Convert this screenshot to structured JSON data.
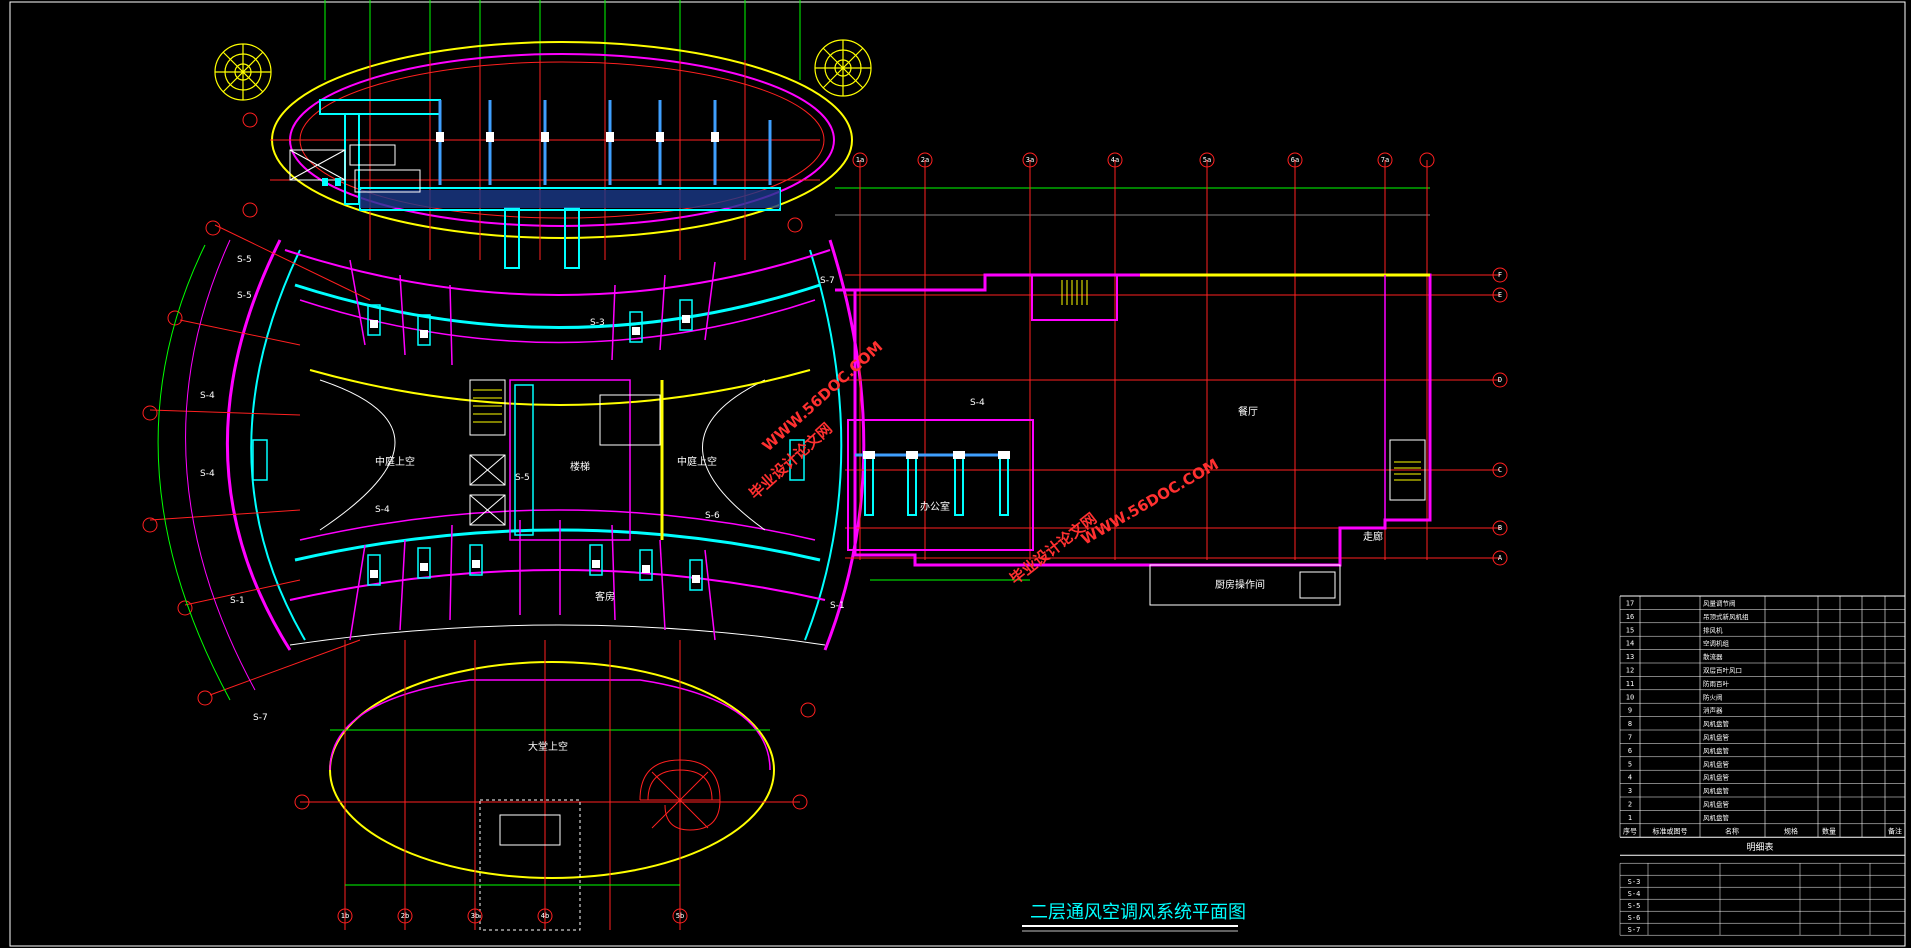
{
  "drawing": {
    "title": "二层通风空调风系统平面图"
  },
  "watermarks": [
    {
      "line1": "WWW.56DOC.COM",
      "line2": "毕业设计论文网"
    },
    {
      "line1": "WWW.56DOC.COM",
      "line2": "毕业设计论文网"
    }
  ],
  "rooms": {
    "central_hall": "中庭上空",
    "hall_right": "中庭上空",
    "atrium_bottom": "大堂上空",
    "east_big_room": "餐厅",
    "east_corridor": "走廊",
    "east_kitchen": "厨房操作间",
    "mid_office": "办公室",
    "stair_label": "楼梯",
    "hotel_room": "客房"
  },
  "section_marks": [
    "S-5",
    "S-5",
    "S-4",
    "S-4",
    "S-4",
    "S-1",
    "S-1",
    "S-7",
    "S-3",
    "S-5",
    "S-6",
    "S-4",
    "S-7"
  ],
  "grid_top": [
    "1a",
    "2a",
    "3a",
    "4a",
    "5a",
    "6a",
    "7a"
  ],
  "grid_right": [
    "F",
    "E",
    "D",
    "C",
    "B",
    "A"
  ],
  "grid_bottom": [
    "1b",
    "2b",
    "3b",
    "4b",
    "5b"
  ],
  "schedule": {
    "rows": [
      {
        "no": "17",
        "code": "",
        "name": "风量调节阀",
        "spec": "",
        "qty": "",
        "note": ""
      },
      {
        "no": "16",
        "code": "",
        "name": "吊顶式新风机组",
        "spec": "",
        "qty": "",
        "note": ""
      },
      {
        "no": "15",
        "code": "",
        "name": "排风机",
        "spec": "",
        "qty": "",
        "note": ""
      },
      {
        "no": "14",
        "code": "",
        "name": "空调机组",
        "spec": "",
        "qty": "",
        "note": ""
      },
      {
        "no": "13",
        "code": "",
        "name": "散流器",
        "spec": "",
        "qty": "",
        "note": ""
      },
      {
        "no": "12",
        "code": "",
        "name": "双层百叶风口",
        "spec": "",
        "qty": "",
        "note": ""
      },
      {
        "no": "11",
        "code": "",
        "name": "防雨百叶",
        "spec": "",
        "qty": "",
        "note": ""
      },
      {
        "no": "10",
        "code": "",
        "name": "防火阀",
        "spec": "",
        "qty": "",
        "note": ""
      },
      {
        "no": "9",
        "code": "",
        "name": "消声器",
        "spec": "",
        "qty": "",
        "note": ""
      },
      {
        "no": "8",
        "code": "",
        "name": "风机盘管",
        "spec": "",
        "qty": "",
        "note": ""
      },
      {
        "no": "7",
        "code": "",
        "name": "风机盘管",
        "spec": "",
        "qty": "",
        "note": ""
      },
      {
        "no": "6",
        "code": "",
        "name": "风机盘管",
        "spec": "",
        "qty": "",
        "note": ""
      },
      {
        "no": "5",
        "code": "",
        "name": "风机盘管",
        "spec": "",
        "qty": "",
        "note": ""
      },
      {
        "no": "4",
        "code": "",
        "name": "风机盘管",
        "spec": "",
        "qty": "",
        "note": ""
      },
      {
        "no": "3",
        "code": "",
        "name": "风机盘管",
        "spec": "",
        "qty": "",
        "note": ""
      },
      {
        "no": "2",
        "code": "",
        "name": "风机盘管",
        "spec": "",
        "qty": "",
        "note": ""
      },
      {
        "no": "1",
        "code": "",
        "name": "风机盘管",
        "spec": "",
        "qty": "",
        "note": ""
      }
    ],
    "header": {
      "no": "序号",
      "code": "标准或图号",
      "name": "名称",
      "spec": "规格",
      "qty": "数量",
      "note": "备注"
    },
    "caption": "明细表",
    "legend_rows": [
      "S-3",
      "S-4",
      "S-5",
      "S-6",
      "S-7"
    ]
  },
  "colors": {
    "magenta": "#ff00ff",
    "red": "#ff2020",
    "yellow": "#ffff00",
    "cyan": "#00ffff",
    "green": "#00ff00",
    "white": "#ffffff",
    "blue": "#3fa0ff",
    "watermark": "#ff3030"
  }
}
